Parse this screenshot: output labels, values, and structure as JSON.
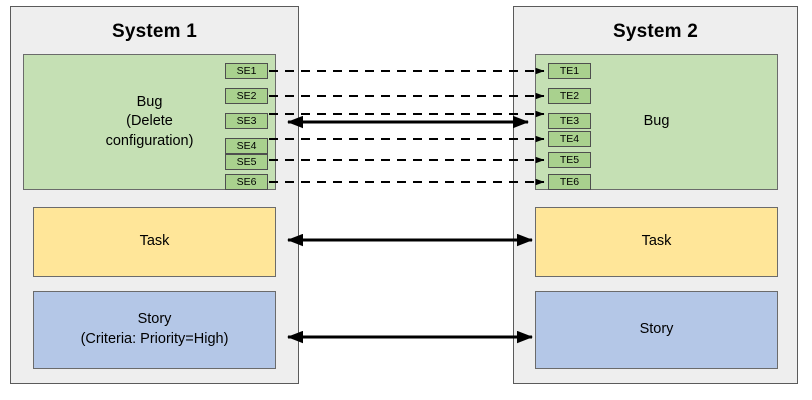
{
  "diagram": {
    "title": "System integration mapping between System 1 and System 2",
    "background": "#ffffff"
  },
  "colors": {
    "panel_fill": "#eeeeee",
    "panel_border": "#5a5a5a",
    "bug_fill": "#c5e0b4",
    "chip_fill": "#a9d18e",
    "task_fill": "#ffe699",
    "story_fill": "#b4c7e7",
    "artifact_border": "#6b6b6b",
    "connector": "#000000"
  },
  "systems": [
    {
      "id": "system-1",
      "title": "System 1",
      "artifacts": [
        {
          "id": "bug-left",
          "type": "bug",
          "label": "Bug\n(Delete\nconfiguration)"
        },
        {
          "id": "task-left",
          "type": "task",
          "label": "Task"
        },
        {
          "id": "story-left",
          "type": "story",
          "label": "Story\n(Criteria: Priority=High)"
        }
      ],
      "fields": [
        {
          "id": "se1",
          "label": "SE1"
        },
        {
          "id": "se2",
          "label": "SE2"
        },
        {
          "id": "se3",
          "label": "SE3"
        },
        {
          "id": "se4",
          "label": "SE4"
        },
        {
          "id": "se5",
          "label": "SE5"
        },
        {
          "id": "se6",
          "label": "SE6"
        }
      ]
    },
    {
      "id": "system-2",
      "title": "System 2",
      "artifacts": [
        {
          "id": "bug-right",
          "type": "bug",
          "label": "Bug"
        },
        {
          "id": "task-right",
          "type": "task",
          "label": "Task"
        },
        {
          "id": "story-right",
          "type": "story",
          "label": "Story"
        }
      ],
      "fields": [
        {
          "id": "te1",
          "label": "TE1"
        },
        {
          "id": "te2",
          "label": "TE2"
        },
        {
          "id": "te3",
          "label": "TE3"
        },
        {
          "id": "te4",
          "label": "TE4"
        },
        {
          "id": "te5",
          "label": "TE5"
        },
        {
          "id": "te6",
          "label": "TE6"
        }
      ]
    }
  ],
  "connectors": [
    {
      "id": "field-link-1",
      "from": "se1",
      "to": "te1",
      "style": "dashed",
      "direction": "right"
    },
    {
      "id": "field-link-2",
      "from": "se2",
      "to": "te2",
      "style": "dashed",
      "direction": "right"
    },
    {
      "id": "field-link-3",
      "from": "se3",
      "to": "te3",
      "style": "dashed",
      "direction": "right"
    },
    {
      "id": "field-link-4",
      "from": "se4",
      "to": "te4",
      "style": "dashed",
      "direction": "right"
    },
    {
      "id": "field-link-5",
      "from": "se5",
      "to": "te5",
      "style": "dashed",
      "direction": "right"
    },
    {
      "id": "field-link-6",
      "from": "se6",
      "to": "te6",
      "style": "dashed",
      "direction": "right"
    },
    {
      "id": "bug-link",
      "from": "bug-left",
      "to": "bug-right",
      "style": "solid",
      "direction": "both"
    },
    {
      "id": "task-link",
      "from": "task-left",
      "to": "task-right",
      "style": "solid",
      "direction": "both"
    },
    {
      "id": "story-link",
      "from": "story-left",
      "to": "story-right",
      "style": "solid",
      "direction": "both"
    }
  ]
}
